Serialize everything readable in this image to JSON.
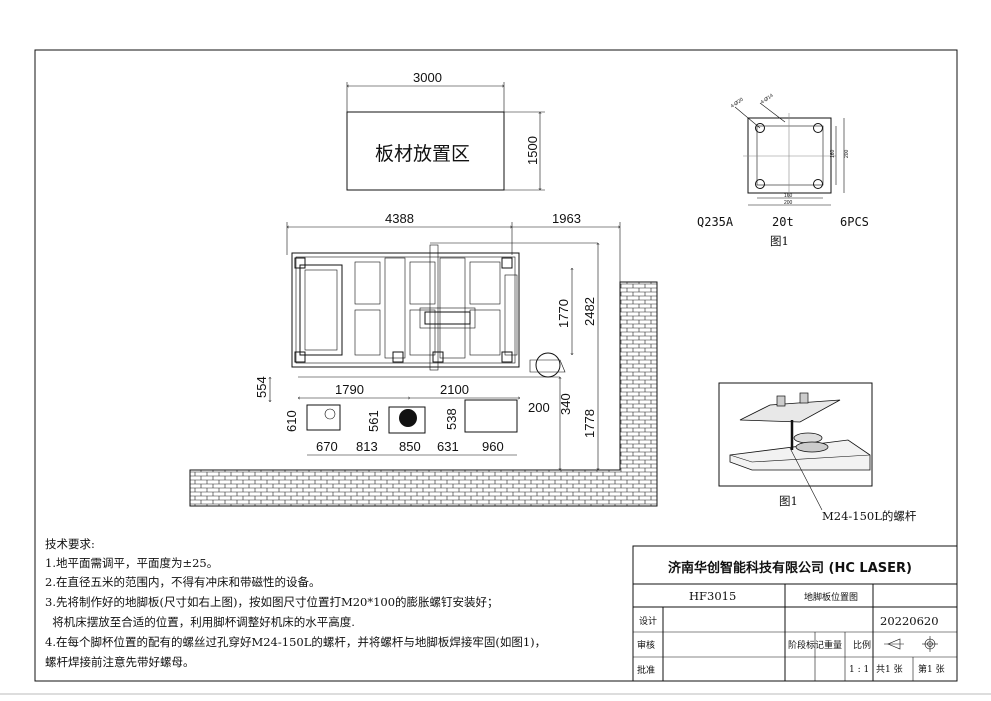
{
  "storage_area": {
    "label": "板材放置区",
    "width_dim": "3000",
    "height_dim": "1500"
  },
  "layout_dims": {
    "top_left": "4388",
    "top_right": "1963",
    "right_1": "1770",
    "right_2": "2482",
    "left_554": "554",
    "bottom_1790": "1790",
    "bottom_2100": "2100",
    "d200": "200",
    "d340": "340",
    "d1778": "1778",
    "h610": "610",
    "h561": "561",
    "h538": "538",
    "w670": "670",
    "w813": "813",
    "w850": "850",
    "w631": "631",
    "w960": "960"
  },
  "plate_detail": {
    "outer_w": "200",
    "inner_w": "160",
    "outer_h": "200",
    "inner_h": "160",
    "hole_note_1": "4-Ø20",
    "hole_note_2": "4-Ø14",
    "material": "Q235A",
    "thickness": "20t",
    "quantity": "6PCS",
    "caption": "图1"
  },
  "detail_view": {
    "caption": "图1",
    "bolt_label": "M24-150L的螺杆"
  },
  "tech_requirements": {
    "heading": "技术要求:",
    "lines": [
      "1.地平面需调平，平面度为±25。",
      "2.在直径五米的范围内，不得有冲床和带磁性的设备。",
      "3.先将制作好的地脚板(尺寸如右上图)，按如图尺寸位置打M20*100的膨胀螺钉安装好；",
      "  将机床摆放至合适的位置，利用脚杯调整好机床的水平高度.",
      "4.在每个脚杯位置的配有的螺丝过孔穿好M24-150L的螺杆，并将螺杆与地脚板焊接牢固(如图1)，",
      "螺杆焊接前注意先带好螺母。"
    ]
  },
  "title_block": {
    "company": "济南华创智能科技有限公司 (HC LASER)",
    "model": "HF3015",
    "drawing_name": "地脚板位置图",
    "date": "20220620",
    "row_designed": "设计",
    "row_checked": "审核",
    "row_approved": "批准",
    "col_stage": "阶段标记",
    "col_weight": "重量",
    "col_scale": "比例",
    "scale": "1 : 1",
    "sheets_total": "共1 张",
    "sheet_no": "第1 张"
  }
}
